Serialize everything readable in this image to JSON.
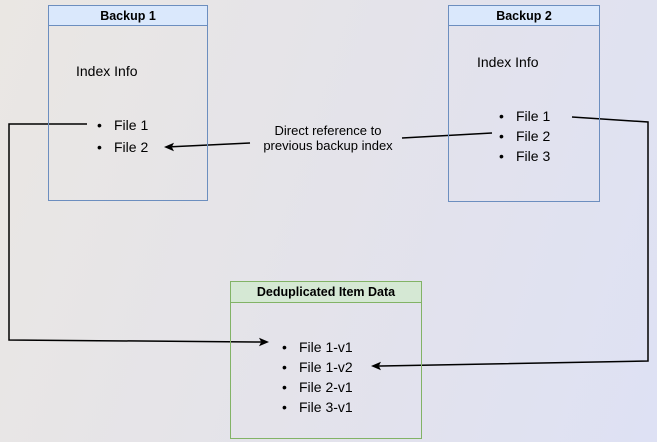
{
  "diagram": {
    "backup1": {
      "title": "Backup 1",
      "subtitle": "Index Info",
      "items": [
        "File 1",
        "File 2"
      ]
    },
    "backup2": {
      "title": "Backup 2",
      "subtitle": "Index Info",
      "items": [
        "File 1",
        "File 2",
        "File 3"
      ]
    },
    "dedup": {
      "title": "Deduplicated Item Data",
      "items": [
        "File 1-v1",
        "File 1-v2",
        "File 2-v1",
        "File 3-v1"
      ]
    },
    "arrow_label": {
      "line1": "Direct reference to",
      "line2": "previous backup index"
    },
    "colors": {
      "backup_border": "#6c8ebf",
      "backup_header_fill": "#dae8fc",
      "dedup_border": "#82b366",
      "dedup_header_fill": "#d5e8d4",
      "arrow": "#000000",
      "text": "#000000",
      "background_start": "#eae7e3",
      "background_end": "#dee1f4"
    }
  }
}
